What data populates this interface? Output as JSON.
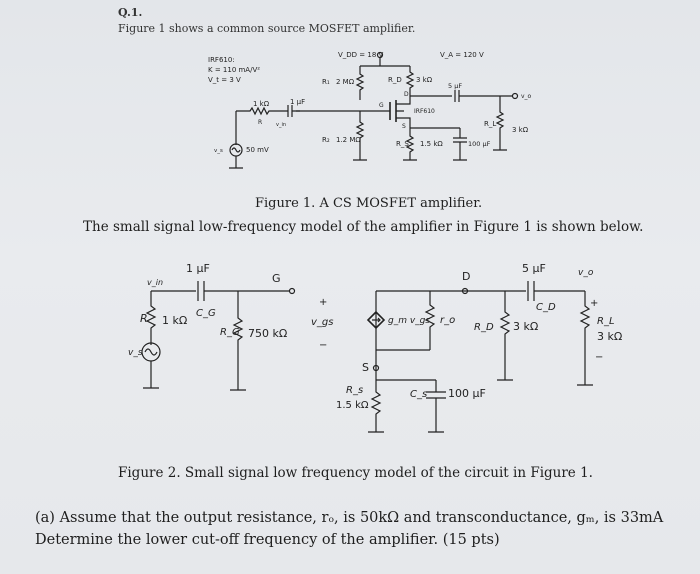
{
  "header": {
    "question_number": "Q.1.",
    "intro": "Figure 1 shows a common source MOSFET amplifier."
  },
  "figure1": {
    "vdd": "V_DD = 18 V",
    "va": "V_A = 120 V",
    "device": [
      "IRF610:",
      "K = 110 mA/V²",
      "V_t = 3 V"
    ],
    "r1": "R₁",
    "r1_val": "2 MΩ",
    "rd": "R_D",
    "rd_val": "3 kΩ",
    "cout": "5 μF",
    "vo": "v_o",
    "d": "D",
    "g": "G",
    "s": "S",
    "mosfet": "IRF610",
    "rl": "R_L",
    "rl_val": "3 kΩ",
    "rin": "1 kΩ",
    "rin_r": "R",
    "vin": "v_in",
    "cin": "1 μF",
    "vs": "v_s",
    "vs_val": "50 mV",
    "r2": "R₂",
    "r2_val": "1.2 MΩ",
    "rs": "R_S",
    "rs_val": "1.5 kΩ",
    "cs": "100 μF",
    "caption": "Figure 1. A CS MOSFET amplifier."
  },
  "lowfreq_intro": "The small signal low-frequency model of the amplifier in Figure 1 is shown below.",
  "figure2": {
    "vin": "v_in",
    "cg_val": "1 μF",
    "cg": "C_G",
    "r": "R",
    "r_val": "1 kΩ",
    "vs": "v_s",
    "g": "G",
    "rg": "R_G",
    "rg_val": "750 kΩ",
    "vgs": "v_gs",
    "plus": "+",
    "minus": "−",
    "gm": "g_m v_gs",
    "ro": "r_o",
    "d": "D",
    "rd": "R_D",
    "rd_val": "3 kΩ",
    "cd_val": "5 μF",
    "cd": "C_D",
    "vo": "v_o",
    "rl": "R_L",
    "rl_val": "3 kΩ",
    "s": "S",
    "rs": "R_s",
    "rs_val": "1.5 kΩ",
    "cs": "C_s",
    "cs_val": "100 μF",
    "caption": "Figure 2. Small signal low frequency model of the circuit in Figure 1."
  },
  "question": {
    "line1": "(a) Assume that the output resistance, rₒ, is 50kΩ and transconductance, gₘ, is 33mA",
    "line2": "Determine the lower cut-off frequency of the amplifier. (15 pts)"
  }
}
